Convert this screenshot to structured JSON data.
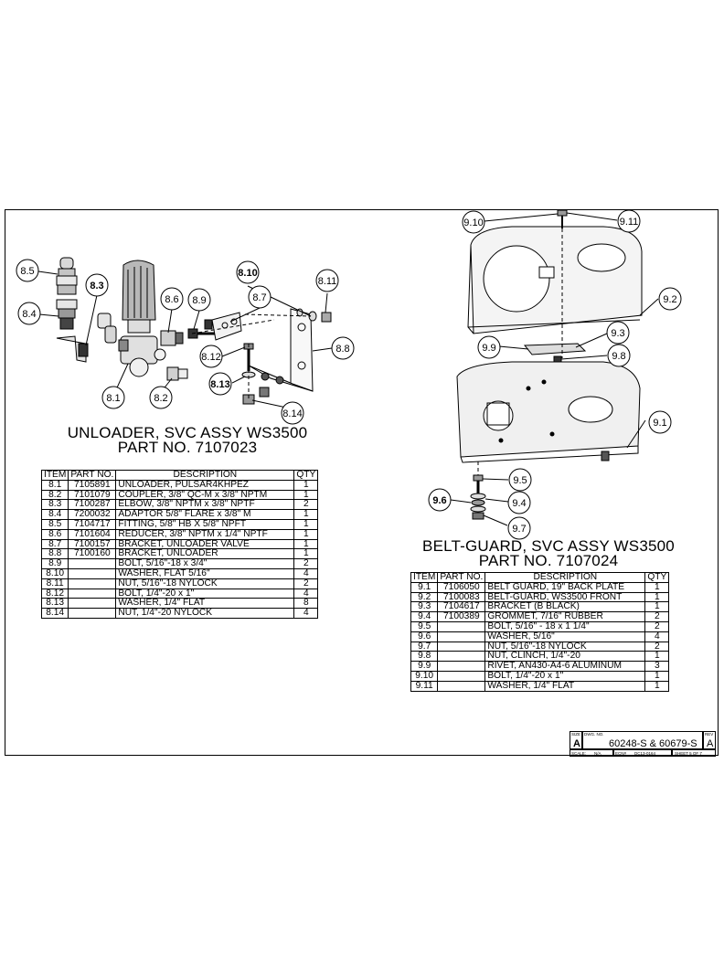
{
  "unloader": {
    "title_line1": "UNLOADER, SVC ASSY WS3500",
    "title_line2": "PART NO. 7107023",
    "headers": [
      "ITEM",
      "PART NO.",
      "DESCRIPTION",
      "QTY"
    ],
    "rows": [
      [
        "8.1",
        "7105891",
        "UNLOADER, PULSAR4KHPEZ",
        "1"
      ],
      [
        "8.2",
        "7101079",
        "COUPLER, 3/8\" QC-M x 3/8\" NPTM",
        "1"
      ],
      [
        "8.3",
        "7100287",
        "ELBOW, 3/8\" NPTM x 3/8\" NPTF",
        "2"
      ],
      [
        "8.4",
        "7200032",
        "ADAPTOR 5/8\" FLARE x 3/8\" M",
        "1"
      ],
      [
        "8.5",
        "7104717",
        "FITTING, 5/8\" HB X 5/8\" NPFT",
        "1"
      ],
      [
        "8.6",
        "7101604",
        "REDUCER, 3/8\" NPTM x 1/4\" NPTF",
        "1"
      ],
      [
        "8.7",
        "7100157",
        "BRACKET, UNLOADER VALVE",
        "1"
      ],
      [
        "8.8",
        "7100160",
        "BRACKET, UNLOADER",
        "1"
      ],
      [
        "8.9",
        "",
        "BOLT, 5/16\"-18 x 3/4\"",
        "2"
      ],
      [
        "8.10",
        "",
        "WASHER, FLAT 5/16\"",
        "4"
      ],
      [
        "8.11",
        "",
        "NUT, 5/16\"-18 NYLOCK",
        "2"
      ],
      [
        "8.12",
        "",
        "BOLT, 1/4\"-20 x 1\"",
        "4"
      ],
      [
        "8.13",
        "",
        "WASHER, 1/4\" FLAT",
        "8"
      ],
      [
        "8.14",
        "",
        "NUT, 1/4\"-20 NYLOCK",
        "4"
      ]
    ],
    "callouts": [
      "8.5",
      "8.3",
      "8.4",
      "8.1",
      "8.2",
      "8.6",
      "8.9",
      "8.10",
      "8.7",
      "8.11",
      "8.8",
      "8.12",
      "8.13",
      "8.14"
    ]
  },
  "beltguard": {
    "title_line1": "BELT-GUARD, SVC ASSY WS3500",
    "title_line2": "PART NO. 7107024",
    "headers": [
      "ITEM",
      "PART NO.",
      "DESCRIPTION",
      "QTY"
    ],
    "rows": [
      [
        "9.1",
        "7106050",
        "BELT GUARD, 19\" BACK PLATE",
        "1"
      ],
      [
        "9.2",
        "7100083",
        "BELT-GUARD, WS3500 FRONT",
        "1"
      ],
      [
        "9.3",
        "7104617",
        "BRACKET (B BLACK)",
        "1"
      ],
      [
        "9.4",
        "7100389",
        "GROMMET, 7/16\" RUBBER",
        "2"
      ],
      [
        "9.5",
        "",
        "BOLT, 5/16\" - 18 x 1 1/4\"",
        "2"
      ],
      [
        "9.6",
        "",
        "WASHER, 5/16\"",
        "4"
      ],
      [
        "9.7",
        "",
        "NUT, 5/16\"-18 NYLOCK",
        "2"
      ],
      [
        "9.8",
        "",
        "NUT, CLINCH, 1/4\"-20",
        "1"
      ],
      [
        "9.9",
        "",
        "RIVET, AN430-A4-6 ALUMINUM",
        "3"
      ],
      [
        "9.10",
        "",
        "BOLT, 1/4\"-20 x 1\"",
        "1"
      ],
      [
        "9.11",
        "",
        "WASHER, 1/4\" FLAT",
        "1"
      ]
    ],
    "callouts": [
      "9.10",
      "9.11",
      "9.2",
      "9.3",
      "9.9",
      "9.8",
      "9.1",
      "9.5",
      "9.6",
      "9.4",
      "9.7"
    ]
  },
  "title_block": {
    "size_label": "SIZE",
    "size": "A",
    "dwg_label": "DWG. NO.",
    "dwg_no": "60248-S & 60679-S",
    "rev_label": "REV",
    "rev": "A",
    "scale_label": "SCALE:",
    "scale": "N/A",
    "ecn_label": "ECN#",
    "ecn": "DC13-0164",
    "sheet": "SHEET 5 OF 7"
  }
}
